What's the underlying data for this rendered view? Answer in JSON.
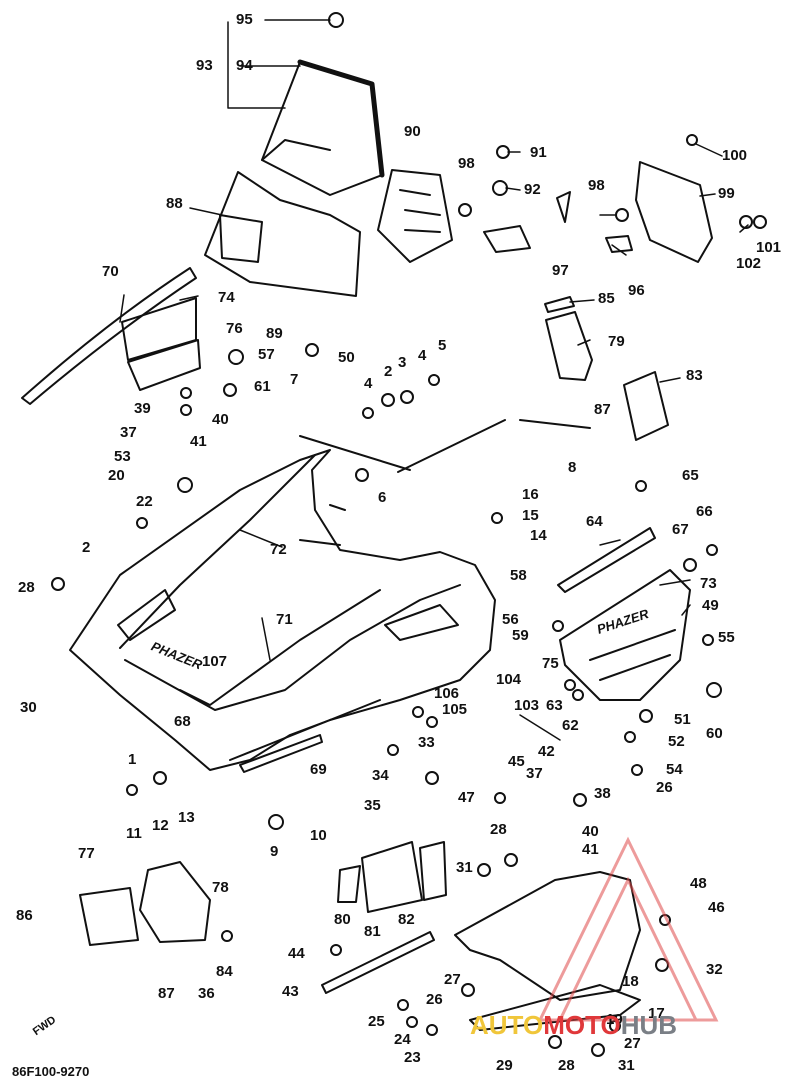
{
  "diagram": {
    "drawing_code": "86F100-9270",
    "forward_marker": "FWD",
    "hood_decal_text": "PHAZER",
    "side_panel_text": "PHAZER",
    "watermark": {
      "part1": "AUTO",
      "part2": "MOTO",
      "part3": "HUB",
      "colors": {
        "auto": "#f0c63a",
        "moto": "#e0383a",
        "hub": "#7a7f86"
      }
    },
    "callouts": [
      "95",
      "93",
      "94",
      "90",
      "91",
      "98",
      "92",
      "100",
      "99",
      "98",
      "101",
      "102",
      "97",
      "96",
      "88",
      "70",
      "74",
      "85",
      "76",
      "89",
      "57",
      "50",
      "2",
      "3",
      "4",
      "5",
      "79",
      "83",
      "61",
      "7",
      "4",
      "39",
      "40",
      "37",
      "41",
      "87",
      "8",
      "53",
      "6",
      "20",
      "22",
      "72",
      "65",
      "16",
      "15",
      "14",
      "64",
      "67",
      "66",
      "2",
      "28",
      "58",
      "73",
      "49",
      "71",
      "56",
      "59",
      "55",
      "107",
      "75",
      "104",
      "106",
      "105",
      "103",
      "63",
      "62",
      "51",
      "30",
      "68",
      "60",
      "52",
      "33",
      "42",
      "34",
      "1",
      "45",
      "37",
      "38",
      "69",
      "54",
      "47",
      "26",
      "11",
      "12",
      "13",
      "35",
      "28",
      "40",
      "10",
      "41",
      "9",
      "77",
      "31",
      "78",
      "48",
      "46",
      "86",
      "80",
      "81",
      "82",
      "44",
      "32",
      "18",
      "27",
      "84",
      "87",
      "36",
      "43",
      "26",
      "17",
      "25",
      "24",
      "19",
      "27",
      "29",
      "23",
      "28",
      "31"
    ]
  }
}
